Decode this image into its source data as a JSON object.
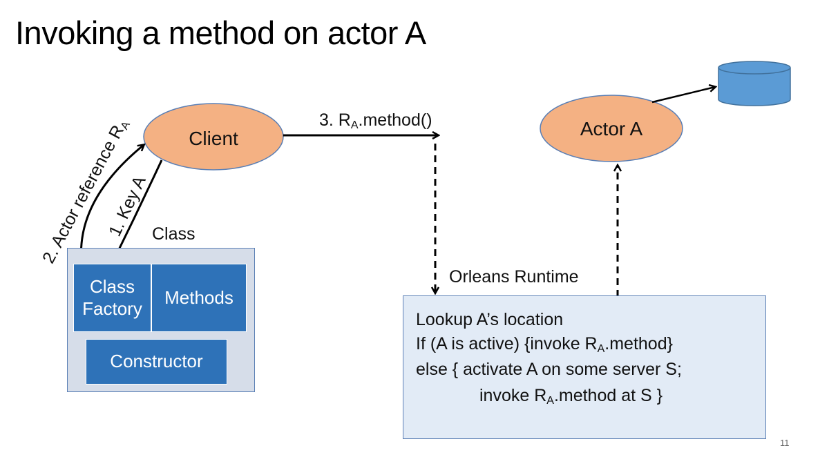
{
  "title": "Invoking a method on actor A",
  "client": {
    "label": "Client"
  },
  "actor": {
    "label": "Actor A"
  },
  "class_section": {
    "label": "Class",
    "class_factory": "Class\nFactory",
    "methods": "Methods",
    "constructor": "Constructor"
  },
  "arrows": {
    "key": "1. Key A",
    "reference_prefix": "2. Actor reference  R",
    "reference_sub": "A",
    "method_prefix": "3. R",
    "method_sub": "A",
    "method_suffix": ".method()"
  },
  "runtime": {
    "label": "Orleans Runtime",
    "line1": "Lookup A’s location",
    "line2_prefix": "If (A is active)  {invoke R",
    "line2_sub": "A",
    "line2_suffix": ".method}",
    "line3": "else   { activate A on some server S;",
    "line4_prefix": "invoke R",
    "line4_sub": "A",
    "line4_suffix": ".method at S }"
  },
  "page_number": "11",
  "colors": {
    "ellipse_fill": "#f4b183",
    "ellipse_stroke": "#5a7fb5",
    "button_fill": "#2e72b8",
    "class_box_fill": "#d6dde9",
    "runtime_fill": "#e2ebf6",
    "database_fill": "#5b9bd5"
  }
}
